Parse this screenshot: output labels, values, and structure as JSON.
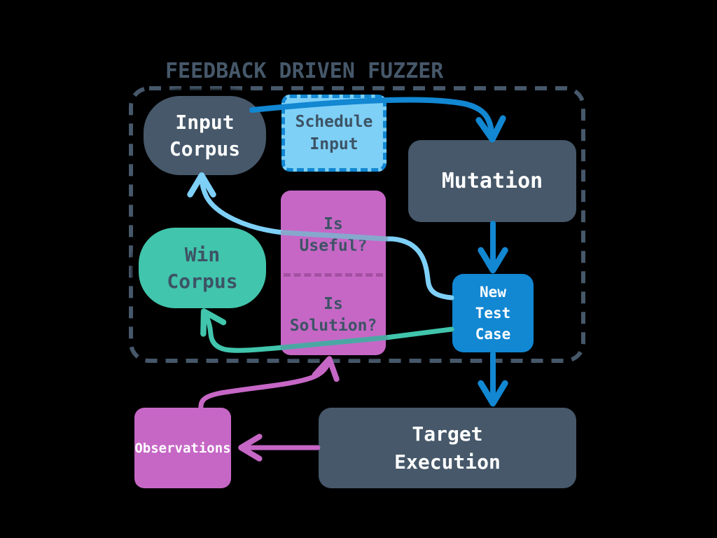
{
  "title": "FEEDBACK DRIVEN FUZZER",
  "colors": {
    "slate": "#46586A",
    "dark_text": "#3D5365",
    "blue": "#1287D2",
    "light_blue": "#7ED0F7",
    "magenta": "#C667C6",
    "teal": "#41C5AC",
    "white_text": "#FFFFFF",
    "blend_blue": "#86A8CC",
    "blend_teal": "#4BA7A3"
  },
  "nodes": {
    "input_corpus": {
      "line1": "Input",
      "line2": "Corpus"
    },
    "schedule_input": {
      "line1": "Schedule",
      "line2": "Input"
    },
    "mutation": {
      "label": "Mutation"
    },
    "win_corpus": {
      "line1": "Win",
      "line2": "Corpus"
    },
    "is_useful": {
      "line1": "Is",
      "line2": "Useful?"
    },
    "is_solution": {
      "line1": "Is",
      "line2": "Solution?"
    },
    "new_test_case": {
      "line1": "New",
      "line2": "Test",
      "line3": "Case"
    },
    "target_execution": {
      "line1": "Target",
      "line2": "Execution"
    },
    "observations": {
      "label": "Observations"
    }
  },
  "edges": [
    {
      "from": "Input Corpus",
      "to": "Mutation",
      "via": "Schedule Input",
      "color": "blue"
    },
    {
      "from": "Mutation",
      "to": "New Test Case",
      "color": "blue"
    },
    {
      "from": "New Test Case",
      "to": "Target Execution",
      "color": "blue"
    },
    {
      "from": "Target Execution",
      "to": "Observations",
      "color": "magenta"
    },
    {
      "from": "Observations",
      "to": "Is Solution? / Is Useful?",
      "color": "magenta"
    },
    {
      "from": "New Test Case",
      "to": "Input Corpus",
      "via": "Is Useful?",
      "color": "light_blue"
    },
    {
      "from": "New Test Case",
      "to": "Win Corpus",
      "via": "Is Solution?",
      "color": "teal"
    }
  ]
}
